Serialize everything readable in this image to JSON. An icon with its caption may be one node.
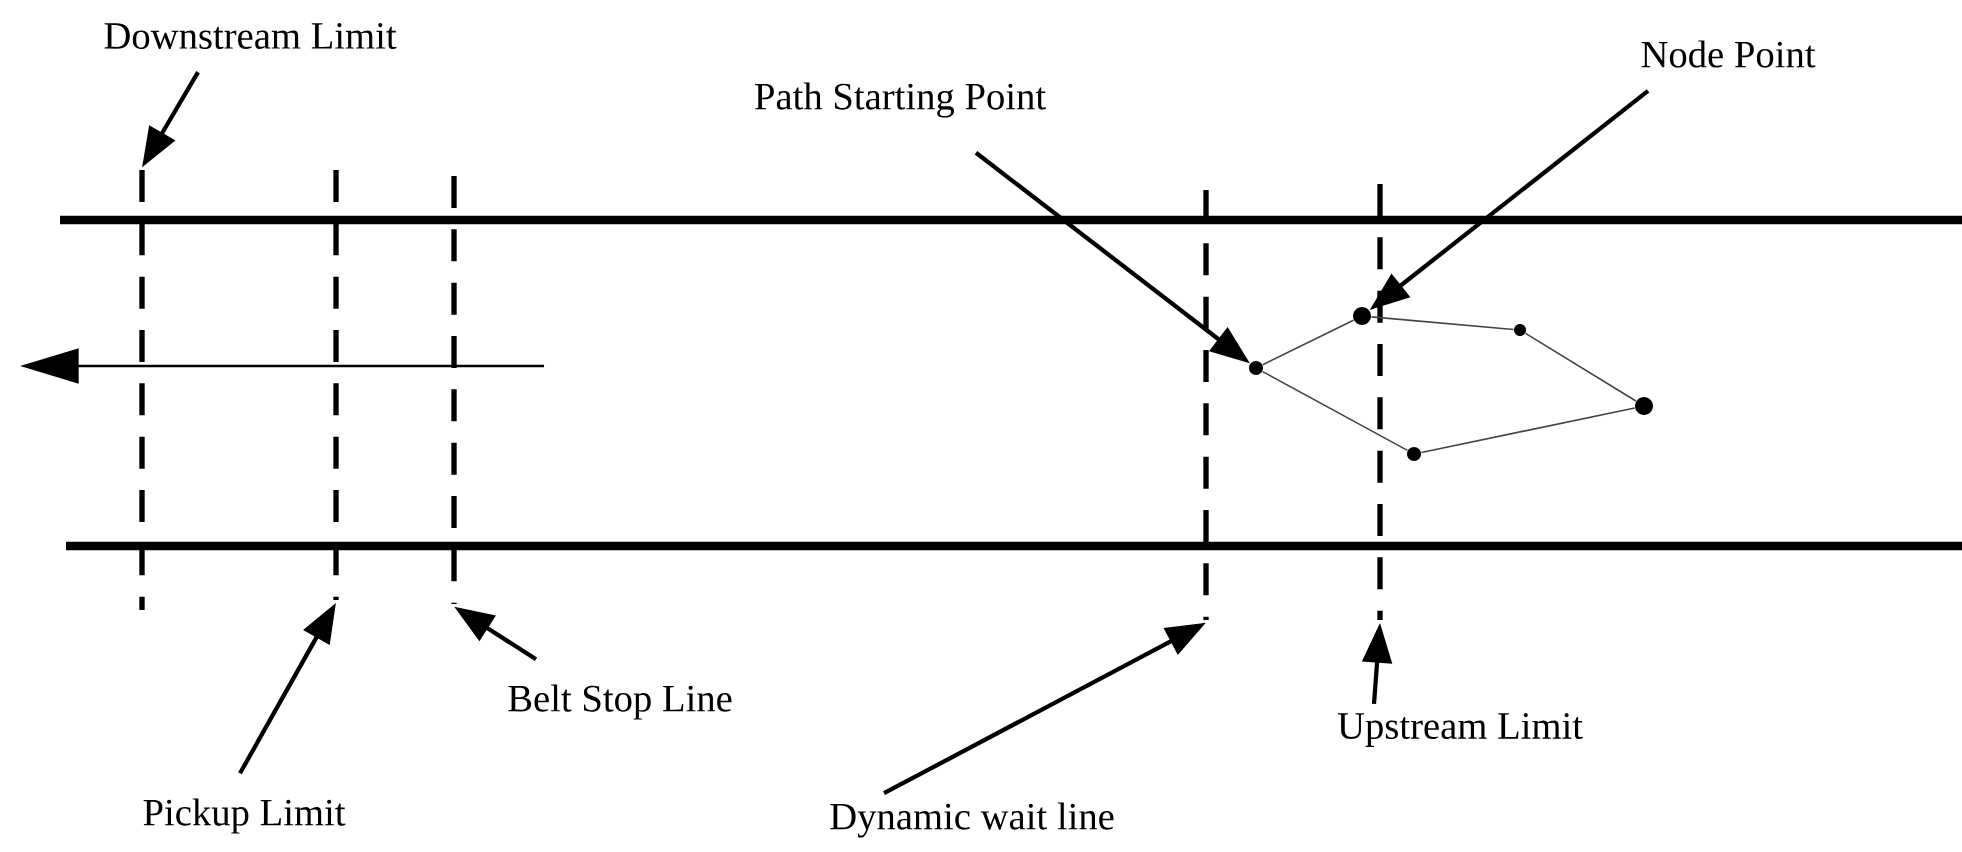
{
  "diagram": {
    "nodes": [
      {
        "text": [
          "Downstream Limit"
        ]
      },
      {
        "text": [
          "Node Point"
        ]
      },
      {
        "text": [
          "Path Starting Point"
        ]
      },
      {
        "text": [
          "Belt Stop Line"
        ]
      },
      {
        "text": [
          "Upstream Limit"
        ]
      },
      {
        "text": [
          "Pickup Limit"
        ]
      },
      {
        "text": [
          "Dynamic wait line"
        ]
      },
      {
        "text": [],
        "shape": "line"
      },
      {
        "text": [],
        "shape": "line"
      },
      {
        "text": [],
        "shape": "line"
      },
      {
        "text": [],
        "shape": "line"
      },
      {
        "text": [],
        "shape": "line"
      },
      {
        "text": [],
        "shape": "circle"
      },
      {
        "text": [],
        "shape": "circle"
      },
      {
        "text": [],
        "shape": "circle"
      },
      {
        "text": [],
        "shape": "circle"
      },
      {
        "text": [],
        "shape": "circle"
      }
    ],
    "edges": [
      {
        "from": 0,
        "to": 7,
        "arrow": "to"
      },
      {
        "from": 5,
        "to": 8,
        "arrow": "to"
      },
      {
        "from": 3,
        "to": 9,
        "arrow": "to"
      },
      {
        "from": 6,
        "to": 10,
        "arrow": "to"
      },
      {
        "from": 4,
        "to": 11,
        "arrow": "to"
      },
      {
        "from": 2,
        "to": 12,
        "arrow": "to"
      },
      {
        "from": 1,
        "to": 13,
        "arrow": "to"
      },
      {
        "from": 12,
        "to": 13,
        "arrow": "none",
        "color": "#444444"
      },
      {
        "from": 13,
        "to": 14,
        "arrow": "none",
        "color": "#444444"
      },
      {
        "from": 14,
        "to": 15,
        "arrow": "none",
        "color": "#444444"
      },
      {
        "from": 15,
        "to": 16,
        "arrow": "none",
        "color": "#444444"
      },
      {
        "from": 16,
        "to": 12,
        "arrow": "none",
        "color": "#444444"
      }
    ]
  }
}
